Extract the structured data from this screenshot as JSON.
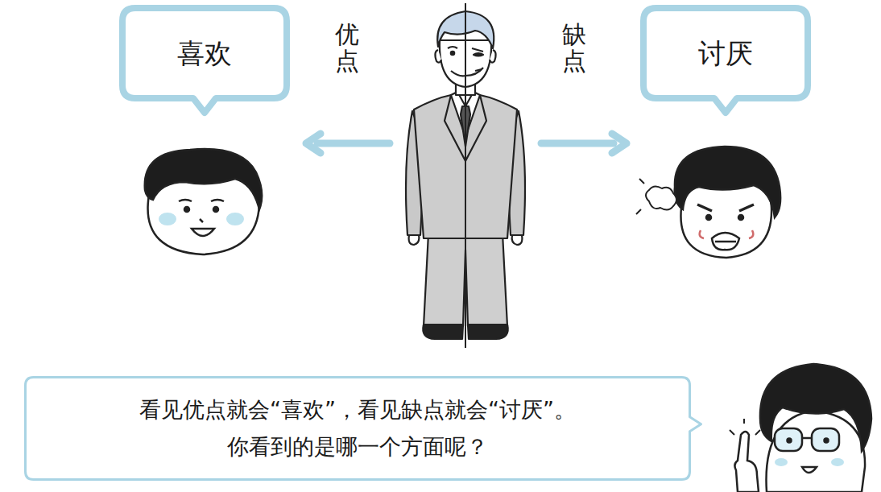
{
  "diagram": {
    "nodes": [
      {
        "text": [
          "喜欢"
        ]
      },
      {
        "text": [
          "讨厌"
        ]
      },
      {
        "text": [
          "看见优点就会“喜欢”，看见缺点就会“讨厌”。 你看到的是哪一个方面呢？"
        ]
      }
    ],
    "labels": [
      "优点",
      "缺点"
    ]
  }
}
